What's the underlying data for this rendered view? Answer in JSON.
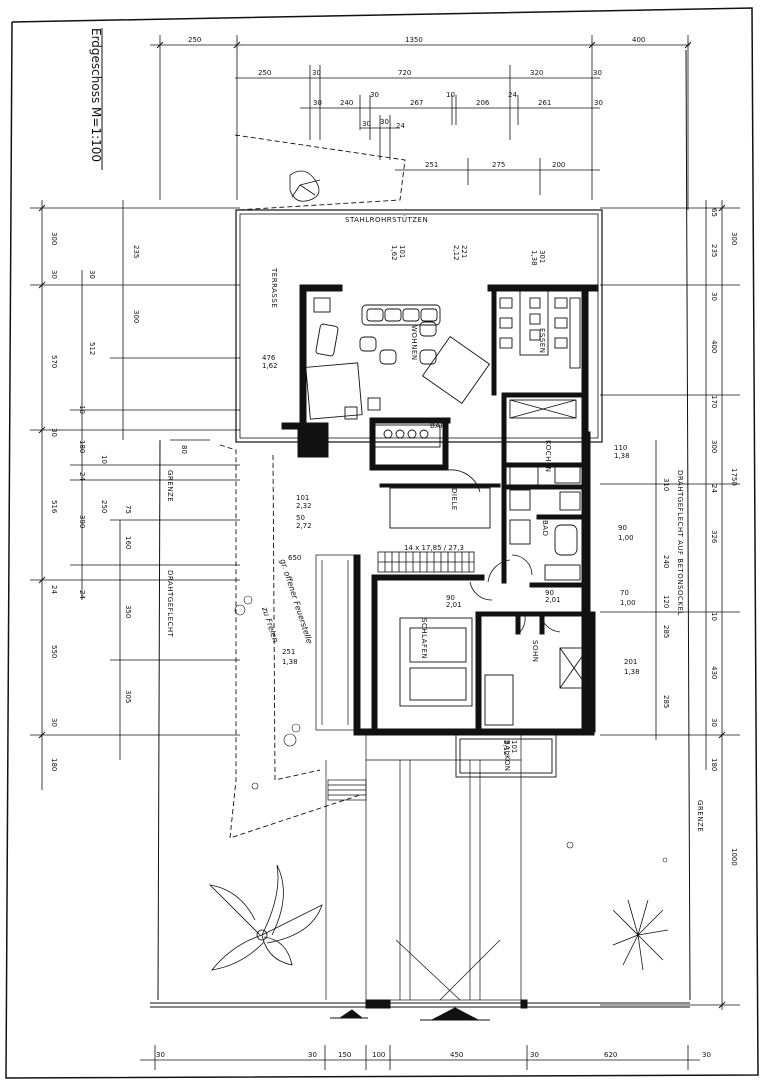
{
  "title": "Erdgeschoss  M=1:100",
  "rooms": {
    "terrasse": "TERRASSE",
    "wohnen": "WOHNEN",
    "essen": "ESSEN",
    "kochen": "KOCHEN",
    "bar": "BAR",
    "diele": "DIELE",
    "bad": "BAD",
    "schlafen": "SCHLAFEN",
    "sohn": "SOHN",
    "balkon": "BALKON"
  },
  "labels": {
    "stahlrohrstuetzen": "STAHLROHRSTÜTZEN",
    "grenze_left": "GRENZE",
    "grenze_right": "GRENZE",
    "drahtgeflecht": "DRAHTGEFLECHT",
    "drahtgeflecht_sockel": "DRAHTGEFLECHT AUF BETONSOCKEL",
    "stairs": "14 x 17,85 / 27,3",
    "handnote_1": "gr. offener Feuerstelle",
    "handnote_2": "zu Freien"
  },
  "dims_top": {
    "r1": [
      "250",
      "1350",
      "400"
    ],
    "r2": [
      "250",
      "30",
      "720",
      "320",
      "30"
    ],
    "r3": [
      "30",
      "240",
      "30",
      "267",
      "10",
      "206",
      "24",
      "261",
      "30"
    ],
    "r4": [
      "30",
      "30",
      "24"
    ],
    "r5": [
      "251",
      "275",
      "200"
    ]
  },
  "dims_left": [
    "300",
    "30",
    "570",
    "30",
    "516",
    "24",
    "550",
    "30",
    "180"
  ],
  "dims_left2": [
    "235",
    "30",
    "512",
    "10",
    "180",
    "24",
    "390",
    "24",
    "350",
    "305"
  ],
  "dims_left3": [
    "300",
    "10",
    "250",
    "75",
    "160"
  ],
  "dims_right": [
    "300",
    "1750",
    "1000"
  ],
  "dims_right2": [
    "65",
    "235",
    "30",
    "400",
    "170",
    "300",
    "24",
    "326",
    "10",
    "430",
    "30",
    "180"
  ],
  "dims_right3": [
    "310",
    "240",
    "120",
    "285",
    "285"
  ],
  "dims_bottom": [
    "30",
    "30",
    "150",
    "100",
    "450",
    "30",
    "620",
    "30"
  ],
  "door_dims": [
    "476",
    "1,62",
    "101",
    "2,32",
    "50",
    "2,72",
    "90",
    "2,01",
    "90",
    "2,01",
    "70",
    "1,00",
    "201",
    "1,38",
    "251",
    "1,38",
    "110",
    "1,38",
    "90",
    "1,00",
    "101",
    "2,12",
    "301",
    "1,38",
    "101",
    "1,62",
    "221",
    "2,12",
    "80",
    "650"
  ]
}
